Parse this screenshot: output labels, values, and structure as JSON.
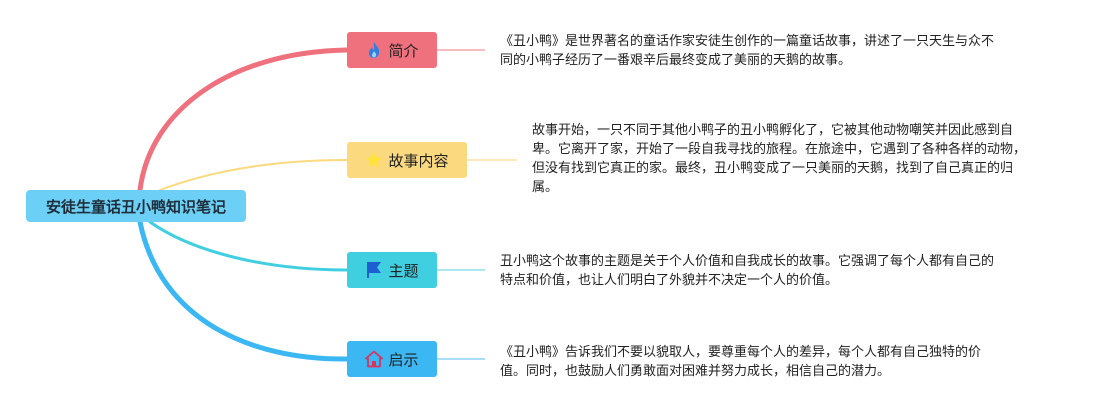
{
  "root": {
    "title": "安徒生童话丑小鸭知识笔记",
    "color": "#6ccff6"
  },
  "topics": [
    {
      "label": "简介",
      "icon": "fire-icon",
      "color": "#f0717e",
      "text": "《丑小鸭》是世界著名的童话作家安徒生创作的一篇童话故事，讲述了一只天生与众不同的小鸭子经历了一番艰辛后最终变成了美丽的天鹅的故事。"
    },
    {
      "label": "故事内容",
      "icon": "star-icon",
      "color": "#fbd97e",
      "text": "故事开始，一只不同于其他小鸭子的丑小鸭孵化了，它被其他动物嘲笑并因此感到自卑。它离开了家，开始了一段自我寻找的旅程。在旅途中，它遇到了各种各样的动物，但没有找到它真正的家。最终，丑小鸭变成了一只美丽的天鹅，找到了自己真正的归属。"
    },
    {
      "label": "主题",
      "icon": "flag-icon",
      "color": "#3fcfe0",
      "text": "丑小鸭这个故事的主题是关于个人价值和自我成长的故事。它强调了每个人都有自己的特点和价值，也让人们明白了外貌并不决定一个人的价值。"
    },
    {
      "label": "启示",
      "icon": "home-icon",
      "color": "#3bb8f3",
      "text": "《丑小鸭》告诉我们不要以貌取人，要尊重每个人的差异，每个人都有自己独特的价值。同时，也鼓励人们勇敢面对困难并努力成长，相信自己的潜力。"
    }
  ]
}
